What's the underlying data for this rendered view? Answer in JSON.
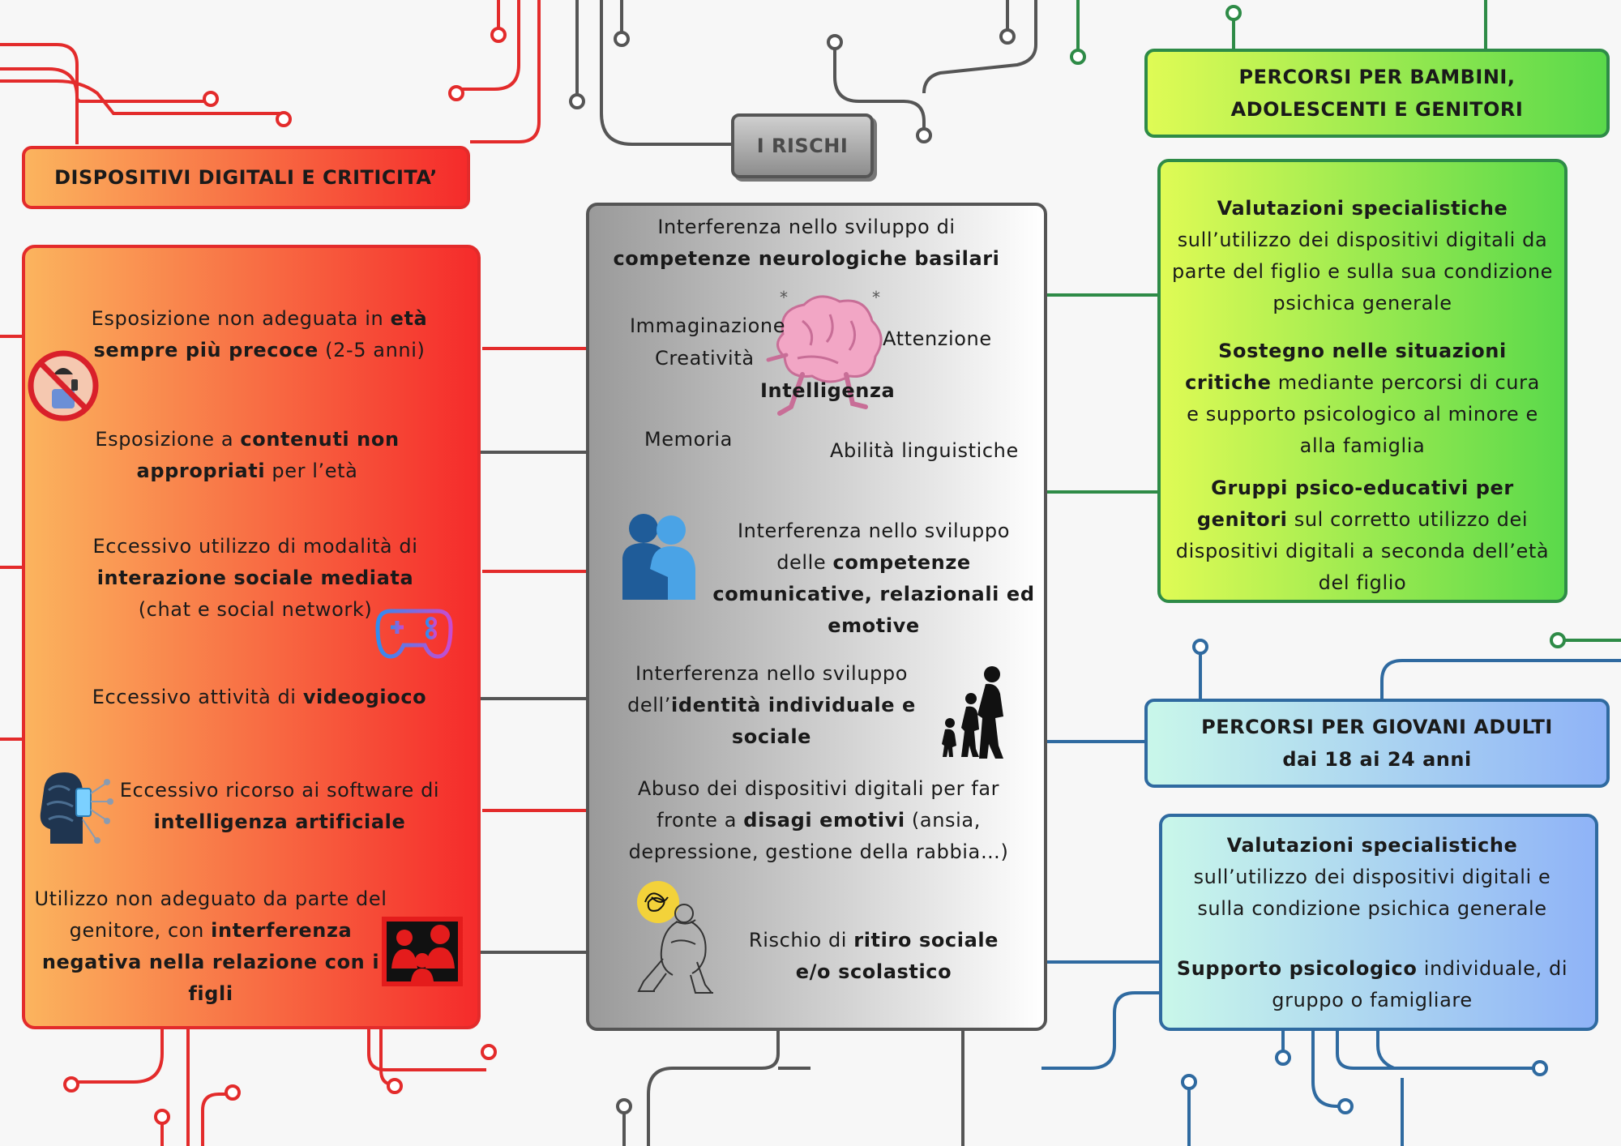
{
  "left": {
    "title": "DISPOSITIVI DIGITALI E CRITICITA’",
    "items": [
      {
        "a": "Esposizione non adeguata in ",
        "b": "età sempre più precoce",
        "c": " (2-5 anni)"
      },
      {
        "a": "Esposizione a ",
        "b": "contenuti non appropriati",
        "c": " per l’età"
      },
      {
        "a": "Eccessivo utilizzo di modalità di ",
        "b": "interazione sociale mediata",
        "c": " (chat e social network)"
      },
      {
        "a": "Eccessivo attività di ",
        "b": "videogioco",
        "c": ""
      },
      {
        "a": "Eccessivo ricorso ai software di ",
        "b": "intelligenza artificiale",
        "c": ""
      },
      {
        "a": "Utilizzo non adeguato da parte del genitore, con ",
        "b": "interferenza negativa nella relazione con i figli",
        "c": ""
      }
    ]
  },
  "center": {
    "title": "I RISCHI",
    "r1": {
      "a": "Interferenza nello sviluppo di",
      "b": "competenze neurologiche basilari"
    },
    "brain_labels": {
      "immaginazione": "Immaginazione",
      "creativita": "Creatività",
      "attenzione": "Attenzione",
      "intelligenza": "Intelligenza",
      "memoria": "Memoria",
      "abilita": "Abilità linguistiche"
    },
    "r2": {
      "a": "Interferenza nello sviluppo delle ",
      "b": "competenze comunicative, relazionali ed emotive"
    },
    "r3": {
      "a": "Interferenza nello sviluppo dell’",
      "b": "identità individuale e sociale"
    },
    "r4": {
      "a": "Abuso dei dispositivi digitali per far fronte a ",
      "b": "disagi emotivi",
      "c": " (ansia, depressione, gestione della rabbia…)"
    },
    "r5": {
      "a": "Rischio di ",
      "b": "ritiro sociale e/o scolastico"
    }
  },
  "right_top": {
    "title_line1": "PERCORSI PER BAMBINI,",
    "title_line2": "ADOLESCENTI E GENITORI",
    "p1": {
      "b": "Valutazioni specialistiche",
      "c": " sull’utilizzo dei dispositivi digitali da parte del figlio e sulla sua condizione psichica generale"
    },
    "p2": {
      "b": "Sostegno nelle situazioni critiche",
      "c": " mediante percorsi di cura e supporto psicologico al minore e alla famiglia"
    },
    "p3": {
      "b": "Gruppi psico-educativi per genitori",
      "c": " sul corretto utilizzo dei dispositivi digitali a seconda dell’età del figlio"
    }
  },
  "right_bottom": {
    "title_line1": "PERCORSI PER GIOVANI ADULTI",
    "title_line2": "dai 18 ai 24 anni",
    "p1": {
      "b": "Valutazioni specialistiche",
      "c": " sull’utilizzo dei dispositivi digitali e sulla condizione psichica generale"
    },
    "p2": {
      "b": "Supporto psicologico",
      "c": " individuale, di gruppo o famigliare"
    }
  },
  "colors": {
    "red": "#e32b2b",
    "gray": "#555555",
    "green": "#2e8b47",
    "blue": "#2f6aa0",
    "left_grad_from": "#fbb45e",
    "left_grad_to": "#f52b2b",
    "green_grad_from": "#dffb55",
    "green_grad_to": "#5ad94b",
    "blue_grad_from": "#c9f7ea",
    "blue_grad_to": "#8fb3f7"
  },
  "icons": [
    "no-child-phone-icon",
    "gamepad-icon",
    "ai-head-icon",
    "family-icon",
    "brain-icon",
    "hug-icon",
    "silhouettes-icon",
    "sad-person-icon"
  ]
}
